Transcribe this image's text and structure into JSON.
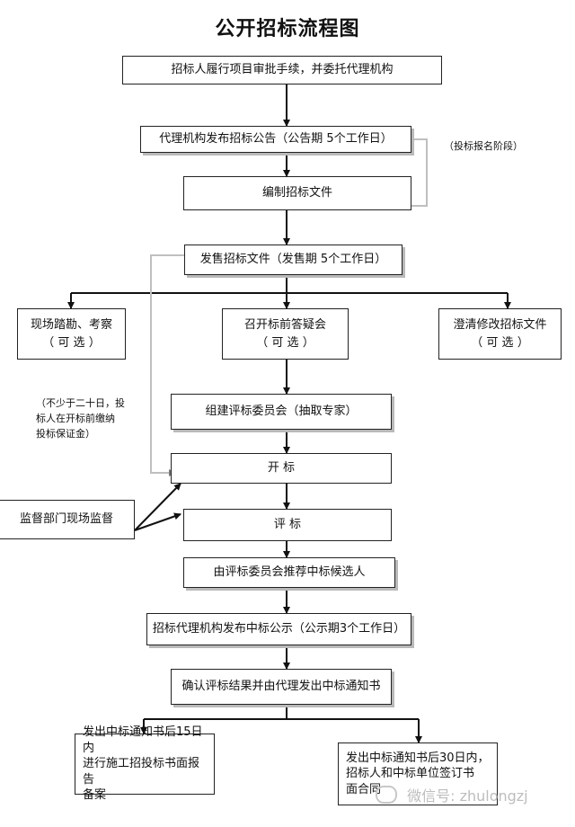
{
  "title": "公开招标流程图",
  "steps": {
    "s1": "招标人履行项目审批手续，并委托代理机构",
    "s2": "代理机构发布招标公告（公告期 5个工作日）",
    "s3": "编制招标文件",
    "s4": "发售招标文件（发售期 5个工作日）",
    "s5a_line1": "现场踏勘、考察",
    "s5a_line2": "（ 可  选 ）",
    "s5b_line1": "召开标前答疑会",
    "s5b_line2": "（ 可  选 ）",
    "s5c_line1": "澄清修改招标文件",
    "s5c_line2": "（ 可  选 ）",
    "s6": "组建评标委员会（抽取专家）",
    "s7": "开      标",
    "s8": "评      标",
    "s9": "由评标委员会推荐中标候选人",
    "s10": "招标代理机构发布中标公示（公示期3个工作日）",
    "s11": "确认评标结果并由代理发出中标通知书",
    "s12a_line1": "发出中标通知书后15日内",
    "s12a_line2": "进行施工招投标书面报告",
    "s12a_line3": "备案",
    "s12b_line1": "发出中标通知书后30日内，",
    "s12b_line2": "招标人和中标单位签订书",
    "s12b_line3": "面合同"
  },
  "notes": {
    "bid_stage": "（投标报名阶段）",
    "deposit_line1": "（不少于二十日，投",
    "deposit_line2": "标人在开标前缴纳",
    "deposit_line3": "投标保证金）"
  },
  "supervision": "监督部门现场监督",
  "watermark": "微信号: zhulongzj"
}
